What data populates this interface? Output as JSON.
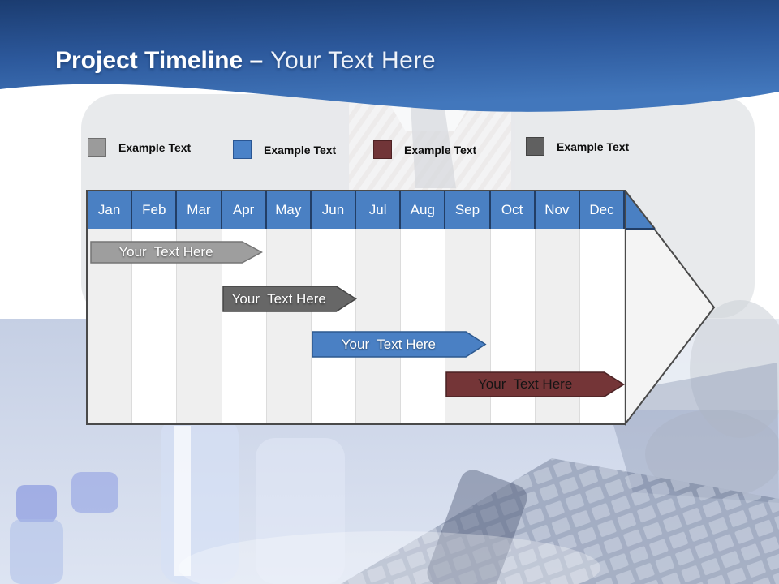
{
  "slide": {
    "title": {
      "bold": "Project Timeline –",
      "regular": "Your Text Here"
    }
  },
  "legend": {
    "items": [
      {
        "label": "Example Text",
        "color": "#9b9b9b",
        "border": "#6f6f6f"
      },
      {
        "label": "Example Text",
        "color": "#4a82c8",
        "border": "#2a5693"
      },
      {
        "label": "Example Text",
        "color": "#713538",
        "border": "#4e2224"
      },
      {
        "label": "Example Text",
        "color": "#606060",
        "border": "#434343"
      }
    ]
  },
  "chart_data": {
    "type": "gantt-timeline",
    "title": "Project Timeline",
    "categories": [
      "Jan",
      "Feb",
      "Mar",
      "Apr",
      "May",
      "Jun",
      "Jul",
      "Aug",
      "Sep",
      "Oct",
      "Nov",
      "Dec"
    ],
    "header_fill": "#4a80c3",
    "header_text_color": "#ffffff",
    "stripe_colors": [
      "#efefef",
      "#ffffff"
    ],
    "bars": [
      {
        "label": "Your  Text Here",
        "start_month": 0.05,
        "end_month": 3.9,
        "row": 0,
        "fill": "#9e9e9e",
        "stroke": "#757575",
        "text_color": "#ffffff"
      },
      {
        "label": "Your  Text Here",
        "start_month": 3.0,
        "end_month": 6.0,
        "row": 1,
        "fill": "#676767",
        "stroke": "#454545",
        "text_color": "#ffffff"
      },
      {
        "label": "Your  Text Here",
        "start_month": 5.0,
        "end_month": 8.9,
        "row": 2,
        "fill": "#4a80c4",
        "stroke": "#2c588e",
        "text_color": "#ffffff"
      },
      {
        "label": "Your  Text Here",
        "start_month": 8.0,
        "end_month": 12.0,
        "row": 3,
        "fill": "#743537",
        "stroke": "#4a2123",
        "text_color": "#141414"
      }
    ]
  }
}
